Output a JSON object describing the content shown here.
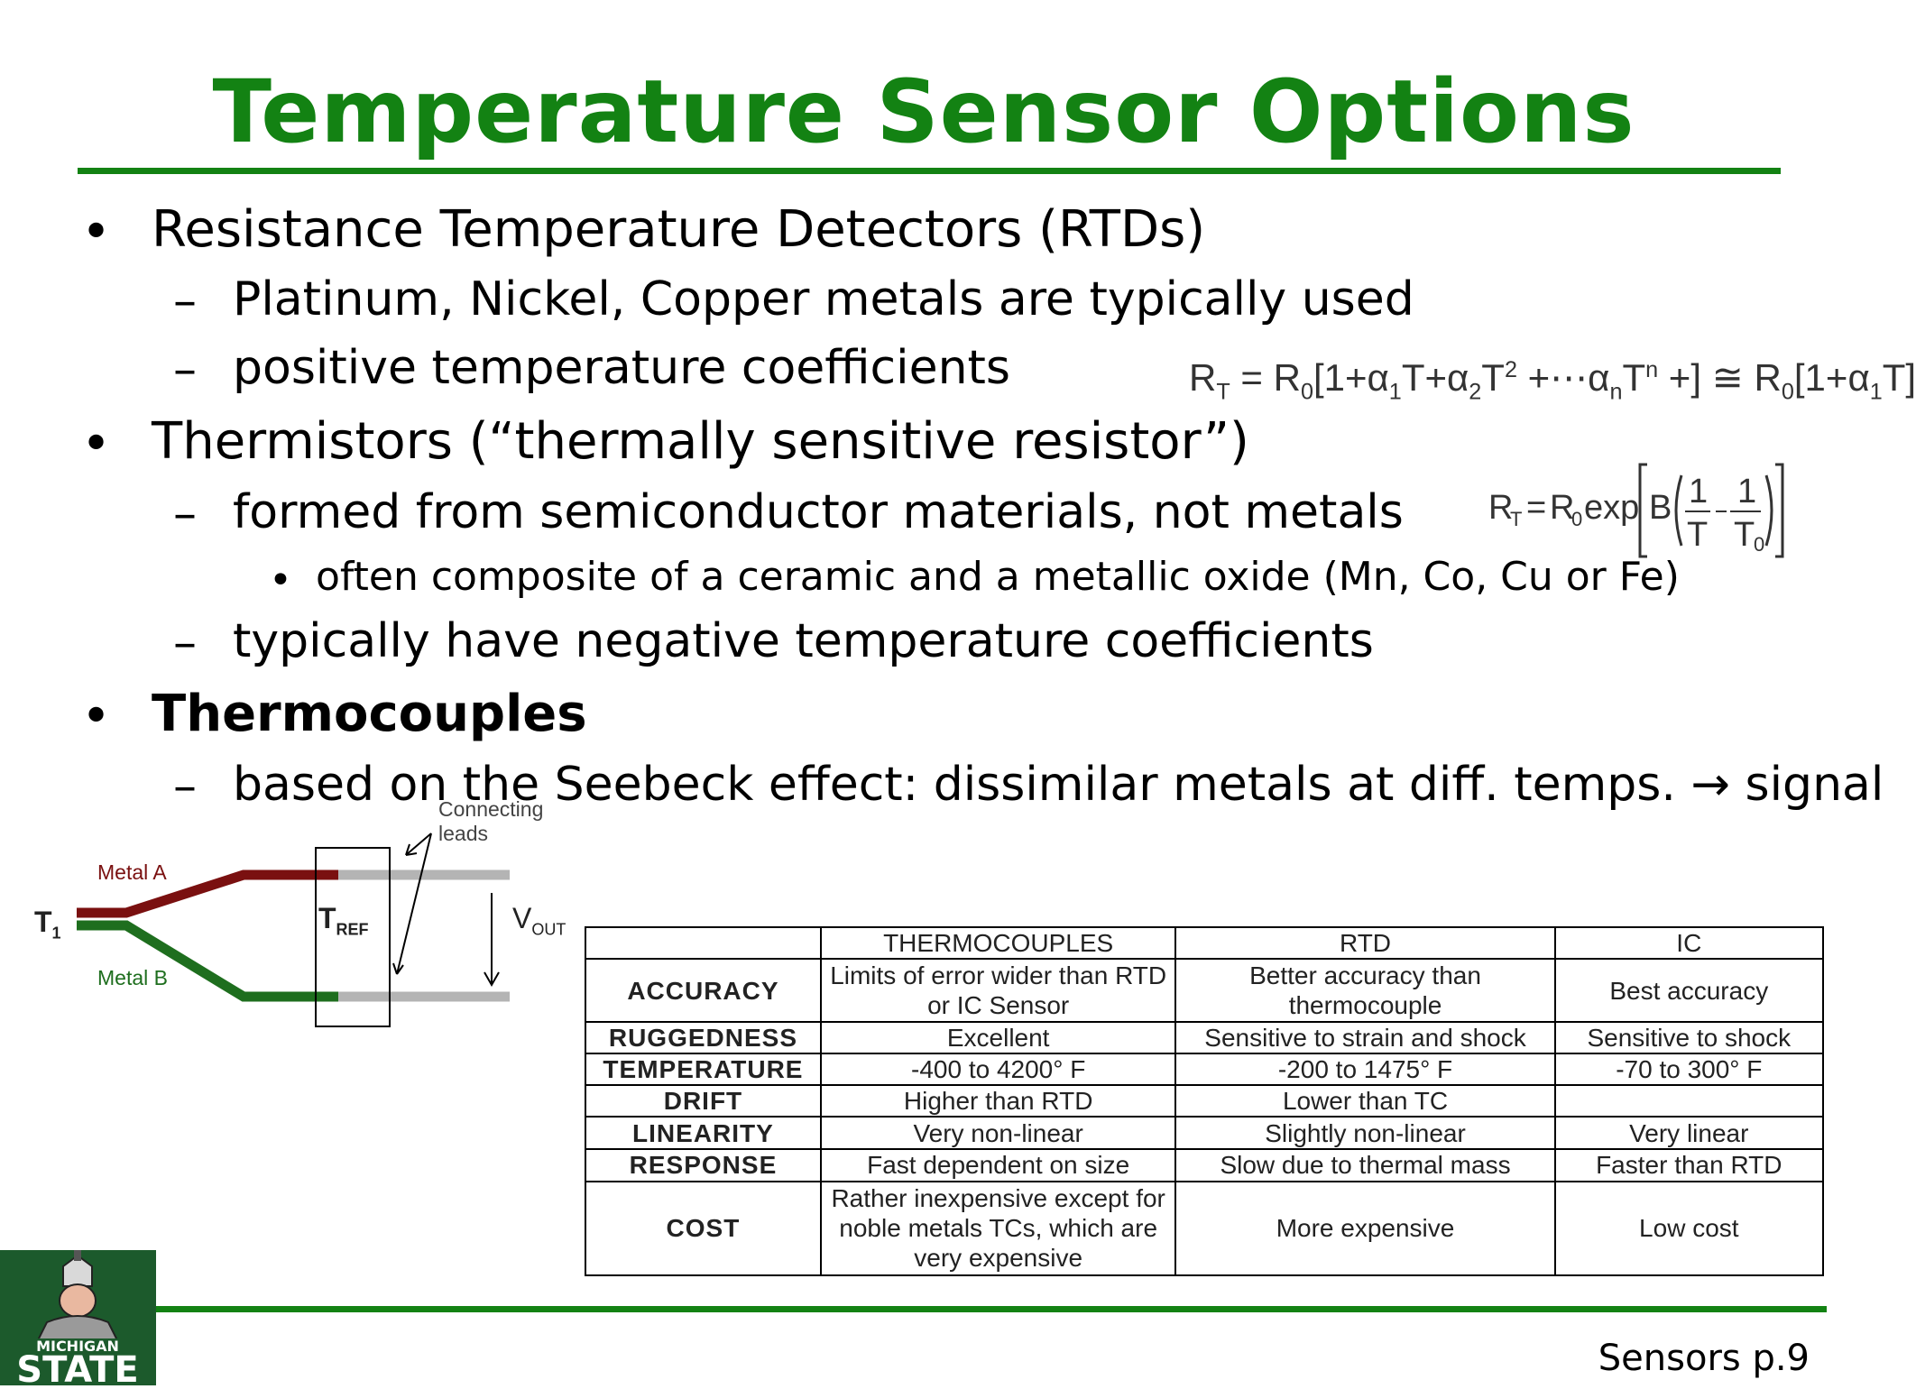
{
  "title": "Temperature Sensor Options",
  "bullets": {
    "rtd": {
      "heading": "Resistance Temperature Detectors (RTDs)",
      "sub1": "Platinum, Nickel, Copper metals are typically used",
      "sub2": "positive temperature coefficients"
    },
    "thermistor": {
      "heading": "Thermistors (“thermally sensitive resistor”)",
      "sub1": "formed from semiconductor materials, not metals",
      "sub1_detail": "often composite of a ceramic and a metallic oxide (Mn, Co, Cu or Fe)",
      "sub2": "typically have negative temperature coefficients"
    },
    "thermocouple": {
      "heading": "Thermocouples",
      "sub1": "based on the Seebeck effect: dissimilar metals at diff. temps. → signal"
    },
    "bullet_char": "•",
    "dash_char": "–"
  },
  "equations": {
    "rtd": "R_T = R_0[1+α_1T+α_2T^2+⋯α_nT^n+] ≅ R_0[1+α_1T]",
    "thermistor": "R_T = R_0 exp[B(1/T − 1/T_0)]"
  },
  "diagram": {
    "metal_a": "Metal A",
    "metal_b": "Metal B",
    "t1": "T",
    "t1_sub": "1",
    "tref": "T",
    "tref_sub": "REF",
    "vout": "V",
    "vout_sub": "OUT",
    "leads_line1": "Connecting",
    "leads_line2": "leads",
    "colors": {
      "metal_a": "#7a1010",
      "metal_b": "#1e6e1e",
      "leads": "#b4b4b4"
    }
  },
  "table": {
    "headers": [
      "",
      "THERMOCOUPLES",
      "RTD",
      "IC"
    ],
    "rows": [
      {
        "label": "ACCURACY",
        "tc": "Limits of error wider than RTD or IC Sensor",
        "rtd": "Better accuracy than thermocouple",
        "ic": "Best accuracy"
      },
      {
        "label": "RUGGEDNESS",
        "tc": "Excellent",
        "rtd": "Sensitive to strain and shock",
        "ic": "Sensitive to shock"
      },
      {
        "label": "TEMPERATURE",
        "tc": "-400 to 4200° F",
        "rtd": "-200 to 1475° F",
        "ic": "-70 to 300° F"
      },
      {
        "label": "DRIFT",
        "tc": "Higher than RTD",
        "rtd": "Lower than TC",
        "ic": ""
      },
      {
        "label": "LINEARITY",
        "tc": "Very non-linear",
        "rtd": "Slightly non-linear",
        "ic": "Very linear"
      },
      {
        "label": "RESPONSE",
        "tc": "Fast dependent on size",
        "rtd": "Slow due to thermal mass",
        "ic": "Faster than RTD"
      },
      {
        "label": "COST",
        "tc": "Rather inexpensive except for noble metals TCs, which are very expensive",
        "rtd": "More expensive",
        "ic": "Low cost"
      }
    ]
  },
  "footer": "Sensors p.9",
  "logo": {
    "text_top": "MICHIGAN",
    "text_bottom": "STATE"
  },
  "colors": {
    "accent": "#138213"
  }
}
